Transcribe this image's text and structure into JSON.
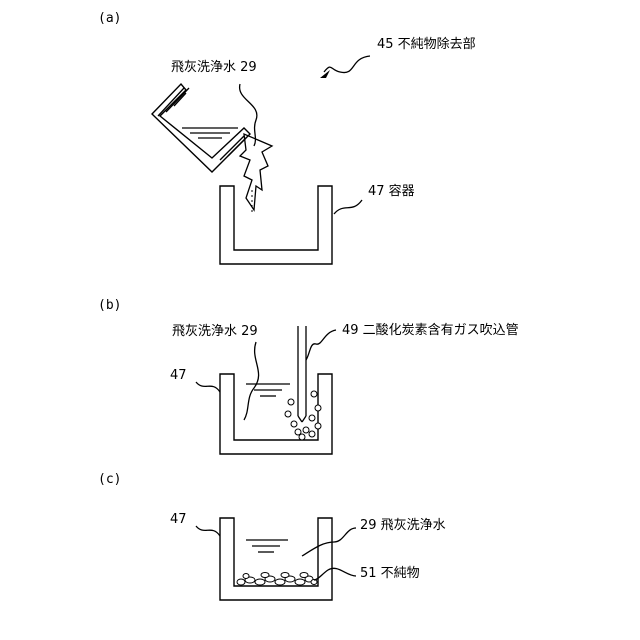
{
  "panels": {
    "a": {
      "label": "(a)",
      "ref_removal": "45 不純物除去部",
      "ref_water": "飛灰洗浄水 29",
      "ref_container": "47 容器"
    },
    "b": {
      "label": "(b)",
      "ref_water": "飛灰洗浄水 29",
      "ref_pipe": "49 二酸化炭素含有ガス吹込管",
      "ref_container": "47"
    },
    "c": {
      "label": "(c)",
      "ref_container": "47",
      "ref_water": "29 飛灰洗浄水",
      "ref_impurity": "51 不純物"
    }
  }
}
